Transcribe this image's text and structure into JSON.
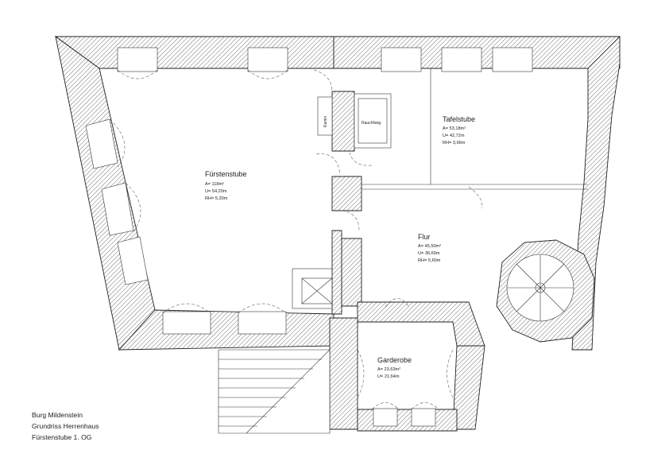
{
  "rooms": {
    "fuerstenstube": {
      "name": "Fürstenstube",
      "area": "A= 118m²",
      "perimeter": "U= 54,20m",
      "height": "RH= 5,20m"
    },
    "tafelstube": {
      "name": "Tafelstube",
      "area": "A= 53,18m²",
      "perimeter": "U= 42,72m",
      "height": "RH= 3,66m"
    },
    "flur": {
      "name": "Flur",
      "area": "A= 45,50m²",
      "perimeter": "U= 36,69m",
      "height": "RH= 5,60m"
    },
    "garderobe": {
      "name": "Garderobe",
      "area": "A= 23,63m²",
      "perimeter": "U= 21,64m"
    }
  },
  "labels": {
    "kamin": "Kamin",
    "rauchfang": "Rauchfang"
  },
  "caption": {
    "line1": "Burg Mildenstein",
    "line2": "Grundriss Herrenhaus",
    "line3": "Fürstenstube 1. OG"
  }
}
